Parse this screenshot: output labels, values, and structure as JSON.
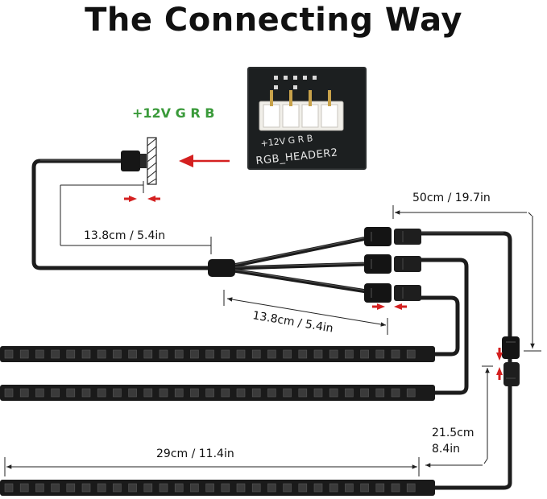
{
  "title": "The Connecting Way",
  "pin_legend": "+12V G R B",
  "header_photo": {
    "silk_pins": "+12V G  R  B",
    "silk_label": "RGB_HEADER2"
  },
  "dimensions": {
    "main_cable": "13.8cm / 5.4in",
    "branch_cable": "13.8cm / 5.4in",
    "extension_cable": "50cm / 19.7in",
    "strip_length": "29cm / 11.4in",
    "strip_gap_line1": "21.5cm",
    "strip_gap_line2": "8.4in"
  },
  "colors": {
    "cable": "#1c1c1c",
    "arrow": "#d42020",
    "legend": "#3a9a3a",
    "strip": "#1a1a1a",
    "led": "#3a3a3a"
  },
  "icons": {
    "insert_arrow": "red-arrow-left-icon",
    "alignment_arrows": "red-arrow-pair-icon"
  }
}
